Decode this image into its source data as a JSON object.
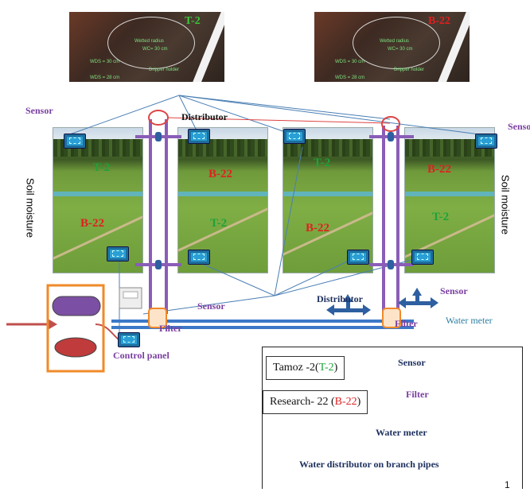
{
  "top_images": [
    {
      "tag": "T-2",
      "tag_color": "#38c838",
      "annotations": [
        "Wetted radius",
        "WC= 30 cm",
        "WDS = 30 cm",
        "WDS = 28 cm",
        "Dripper holder"
      ]
    },
    {
      "tag": "B-22",
      "tag_color": "#e02020",
      "annotations": [
        "Wetted radius",
        "WC= 30 cm",
        "WDS = 30 cm",
        "WDS = 28 cm",
        "Dripper holder"
      ]
    }
  ],
  "labels": {
    "sensor": "Sensor",
    "distributor": "Distributor",
    "soil_moisture": "Soil moisture",
    "filter": "Filter",
    "water_meter": "Water meter",
    "control_panel": "Control panel"
  },
  "field_labels": {
    "p1_top": "T-2",
    "p1_bottom": "B-22",
    "p2_top": "B-22",
    "p2_bottom": "T-2",
    "p3_top": "T-2",
    "p3_bottom": "B-22",
    "p4_top": "B-22",
    "p4_bottom": "T-2"
  },
  "legend": {
    "box1_prefix": "Tamoz -2(",
    "box1_code": "T-2",
    "box1_suffix": ")",
    "box2_prefix": "Research- 22 (",
    "box2_code": "B-22",
    "box2_suffix": ")",
    "items": [
      "Sensor",
      "Filter",
      "Water meter",
      "Water distributor on branch pipes"
    ],
    "page_number": "1"
  },
  "colors": {
    "purple": "#7a3ea0",
    "red": "#e02020",
    "green": "#1ea33a",
    "pipe": "#3c78c8",
    "orange": "#f08a2a",
    "navy": "#1c2f5e"
  }
}
